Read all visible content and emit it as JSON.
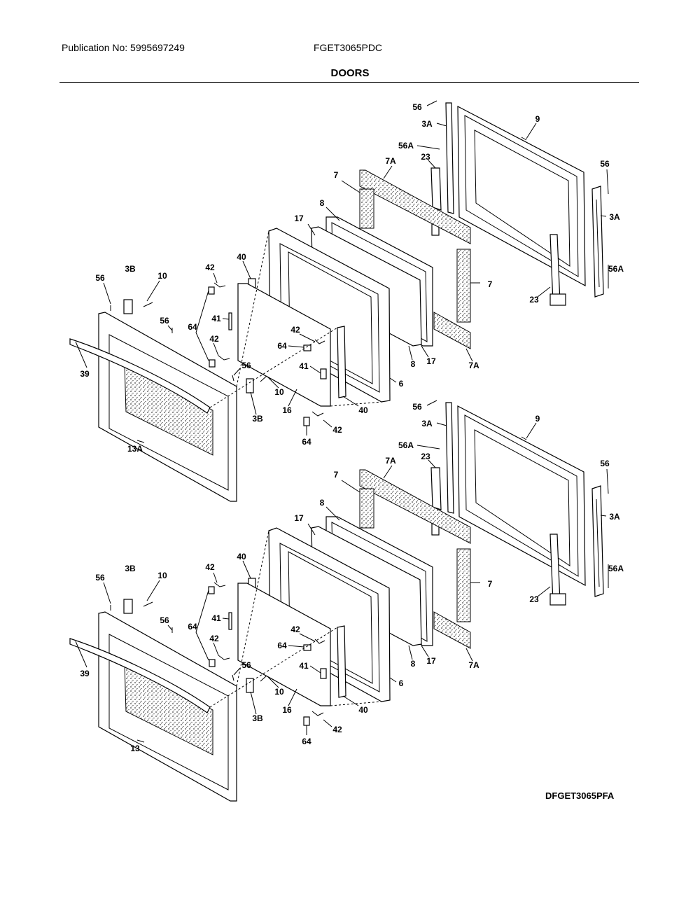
{
  "header": {
    "publication": "Publication No: 5995697249",
    "model": "FGET3065PDC",
    "title": "DOORS"
  },
  "diagram_code": "DFGET3065PFA",
  "callouts": {
    "upper": [
      "56",
      "3A",
      "9",
      "56A",
      "23",
      "7A",
      "7",
      "56",
      "3A",
      "8",
      "17",
      "56A",
      "40",
      "42",
      "3B",
      "10",
      "56",
      "7",
      "23",
      "56",
      "41",
      "42",
      "64",
      "64",
      "42",
      "41",
      "56",
      "10",
      "3B",
      "39",
      "8",
      "17",
      "7A",
      "6",
      "16",
      "40",
      "42",
      "64",
      "13A"
    ],
    "lower": [
      "56",
      "3A",
      "9",
      "56A",
      "23",
      "7A",
      "7",
      "56",
      "3A",
      "8",
      "17",
      "56A",
      "40",
      "42",
      "3B",
      "10",
      "56",
      "7",
      "23",
      "56",
      "41",
      "42",
      "64",
      "64",
      "42",
      "41",
      "56",
      "10",
      "3B",
      "39",
      "8",
      "17",
      "7A",
      "6",
      "16",
      "40",
      "42",
      "64",
      "13"
    ]
  }
}
